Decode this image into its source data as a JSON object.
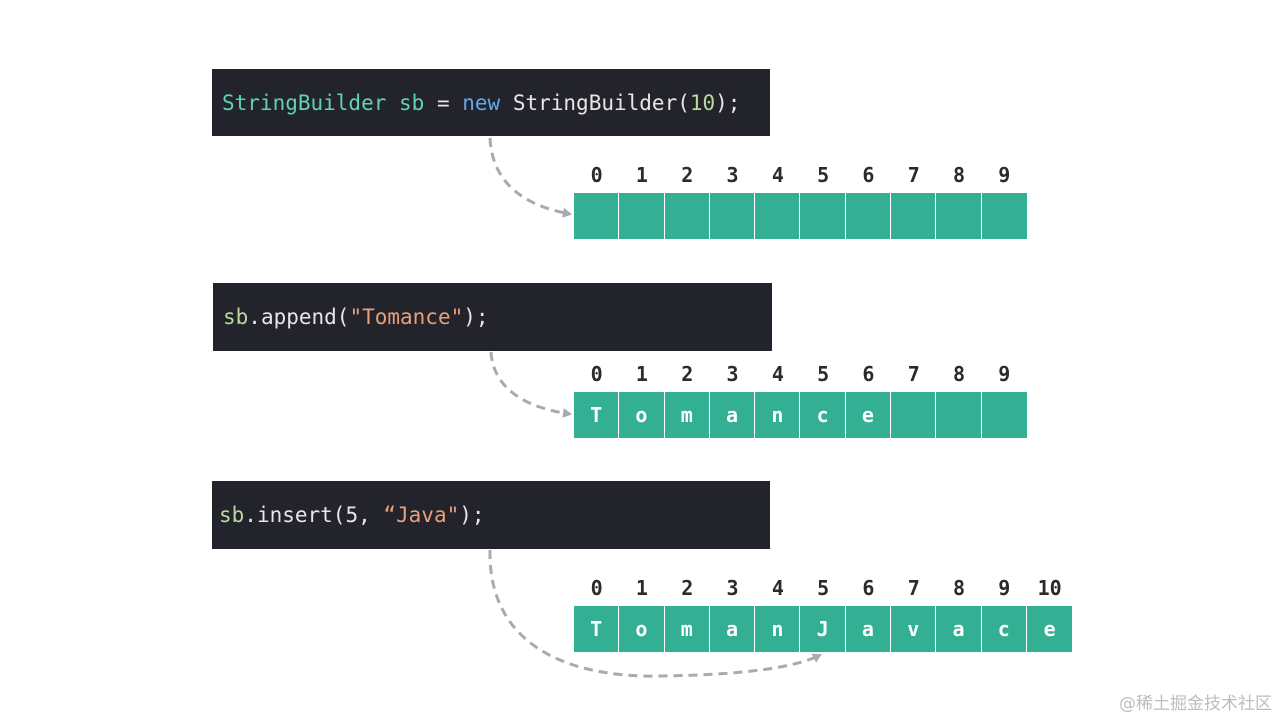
{
  "step1": {
    "code": {
      "type": "StringBuilder",
      "var": "sb",
      "eq": " = ",
      "kw": "new",
      "ctor": " StringBuilder(",
      "num": "10",
      "end": ");"
    },
    "indices": [
      "0",
      "1",
      "2",
      "3",
      "4",
      "5",
      "6",
      "7",
      "8",
      "9"
    ],
    "cells": [
      "",
      "",
      "",
      "",
      "",
      "",
      "",
      "",
      "",
      ""
    ]
  },
  "step2": {
    "code": {
      "var": "sb",
      "method": ".append(",
      "str": "\"Tomance\"",
      "end": ");"
    },
    "indices": [
      "0",
      "1",
      "2",
      "3",
      "4",
      "5",
      "6",
      "7",
      "8",
      "9"
    ],
    "cells": [
      "T",
      "o",
      "m",
      "a",
      "n",
      "c",
      "e",
      "",
      "",
      ""
    ]
  },
  "step3": {
    "code": {
      "var": "sb",
      "method": ".insert(5, ",
      "str": "“Java\"",
      "end": ");"
    },
    "indices": [
      "0",
      "1",
      "2",
      "3",
      "4",
      "5",
      "6",
      "7",
      "8",
      "9",
      "10"
    ],
    "cells": [
      "T",
      "o",
      "m",
      "a",
      "n",
      "J",
      "a",
      "v",
      "a",
      "c",
      "e"
    ]
  },
  "colors": {
    "cell": "#33b093",
    "code_bg": "#23232b",
    "arrow": "#a9a9b3"
  },
  "watermark": "@稀土掘金技术社区"
}
